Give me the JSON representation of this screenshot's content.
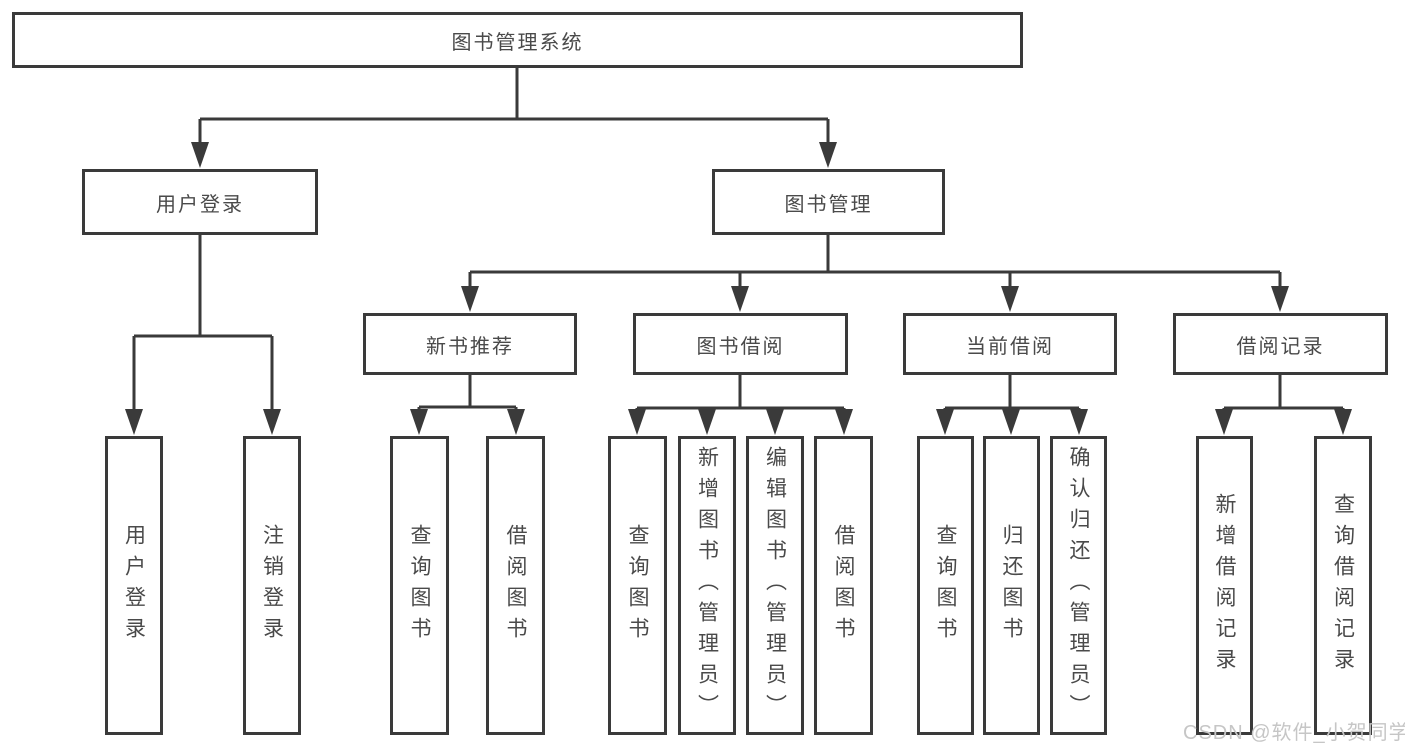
{
  "diagram": {
    "root": {
      "label": "图书管理系统",
      "children": [
        {
          "label": "用户登录",
          "children": [
            {
              "label": "用户登录"
            },
            {
              "label": "注销登录"
            }
          ]
        },
        {
          "label": "图书管理",
          "children": [
            {
              "label": "新书推荐",
              "children": [
                {
                  "label": "查询图书"
                },
                {
                  "label": "借阅图书"
                }
              ]
            },
            {
              "label": "图书借阅",
              "children": [
                {
                  "label": "查询图书"
                },
                {
                  "label": "新增图书（管理员）"
                },
                {
                  "label": "编辑图书（管理员）"
                },
                {
                  "label": "借阅图书"
                }
              ]
            },
            {
              "label": "当前借阅",
              "children": [
                {
                  "label": "查询图书"
                },
                {
                  "label": "归还图书"
                },
                {
                  "label": "确认归还（管理员）"
                }
              ]
            },
            {
              "label": "借阅记录",
              "children": [
                {
                  "label": "新增借阅记录"
                },
                {
                  "label": "查询借阅记录"
                }
              ]
            }
          ]
        }
      ]
    }
  },
  "watermark": {
    "text": "CSDN @软件_小贺同学"
  },
  "colors": {
    "line": "#3a3a3a",
    "text": "#4a4a4a",
    "watermark": "#c6c6c6",
    "background": "#ffffff"
  }
}
